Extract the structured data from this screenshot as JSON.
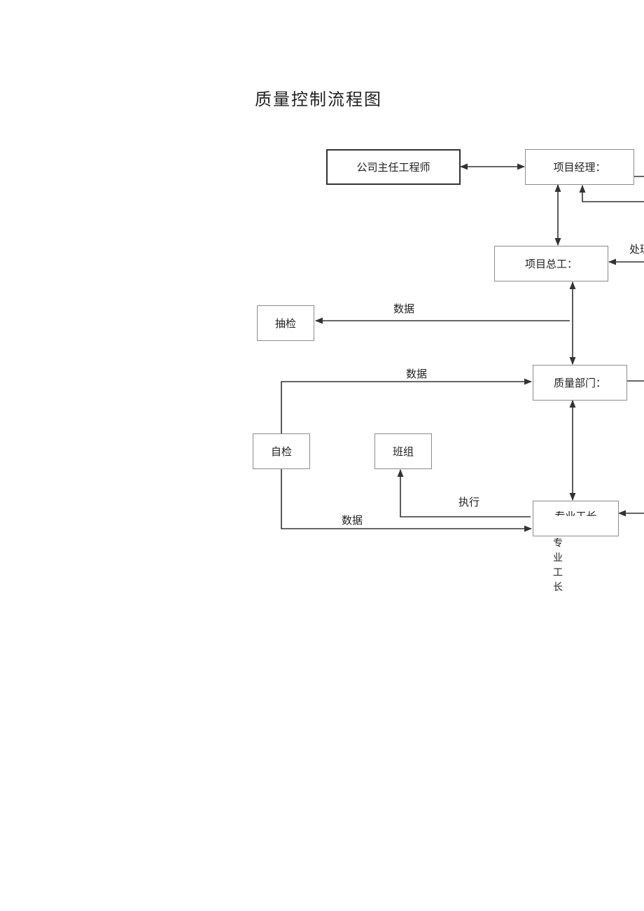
{
  "title": "质量控制流程图",
  "nodes": {
    "chief_engineer": "公司主任工程师",
    "project_manager": "项目经理：",
    "project_chief": "项目总工：",
    "spot_check": "抽检",
    "quality_dept": "质量部门：",
    "self_check": "自检",
    "team": "班组",
    "foreman": "专业工长"
  },
  "edge_labels": {
    "handle": "处理",
    "data1": "数据",
    "data2": "数据",
    "data3": "数据",
    "execute": "执行"
  },
  "foreman_vertical": [
    "专",
    "业",
    "工",
    "长"
  ],
  "colors": {
    "line": "#333333",
    "border": "#8c8c8c"
  }
}
